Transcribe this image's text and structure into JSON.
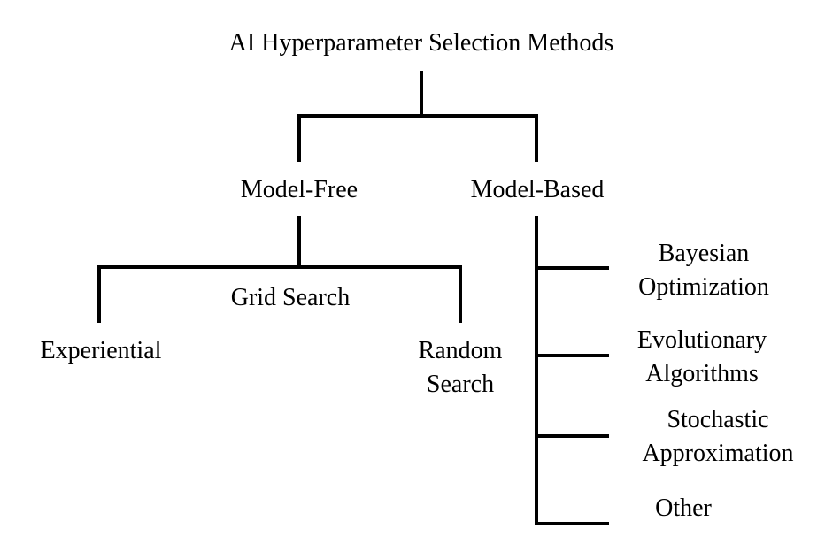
{
  "diagram": {
    "title": "AI Hyperparameter Selection Methods",
    "model_free": "Model-Free",
    "model_based": "Model-Based",
    "model_free_children": {
      "experiential": "Experiential",
      "grid_search": "Grid Search",
      "random_search": [
        "Random",
        "Search"
      ]
    },
    "model_based_children": {
      "bayesian": [
        "Bayesian",
        "Optimization"
      ],
      "evolutionary": [
        "Evolutionary",
        "Algorithms"
      ],
      "stochastic": [
        "Stochastic",
        "Approximation"
      ],
      "other": "Other"
    }
  },
  "colors": {
    "line": "#000000",
    "text": "#000000",
    "background": "#ffffff"
  }
}
